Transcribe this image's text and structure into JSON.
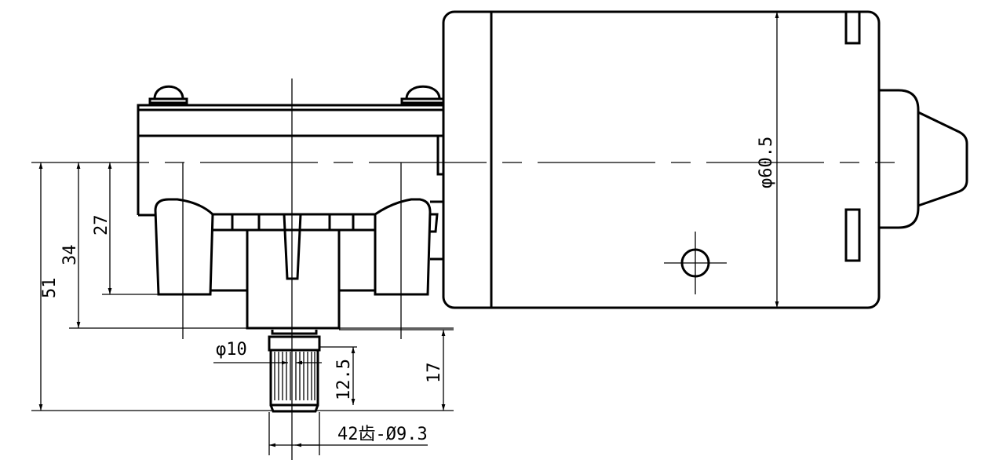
{
  "drawing": {
    "line_color": "#000000",
    "background": "#ffffff",
    "dimensions": {
      "overall_height": "51",
      "hub_height": "34",
      "lobe_height": "27",
      "motor_diameter": "φ60.5",
      "shaft_diameter": "φ10",
      "spline_length": "12.5",
      "shaft_length": "17",
      "spline_spec": "42齿-Ø9.3"
    }
  }
}
